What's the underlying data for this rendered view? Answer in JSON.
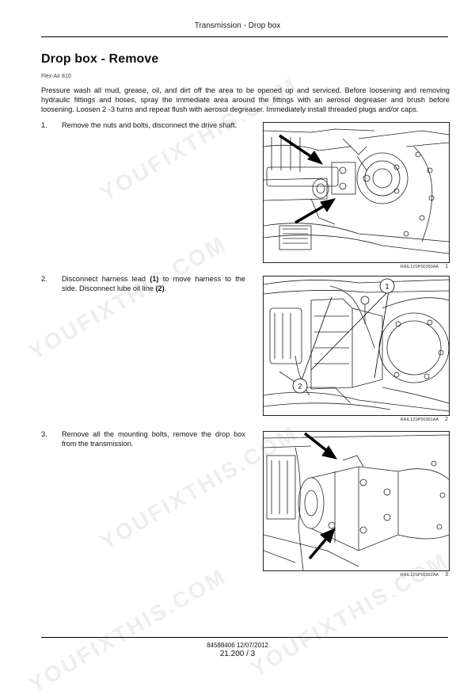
{
  "header": {
    "title": "Transmission - Drop box"
  },
  "doc": {
    "title": "Drop box - Remove",
    "model": "Flex-Air 810",
    "intro": "Pressure wash all mud, grease, oil, and dirt off the area to be opened up and serviced.  Before loosening and removing hydraulic fittings and hoses, spray the immediate area around the fittings with an aerosol degreaser and brush before loosening.  Loosen 2 -3 turns and repeat flush with aerosol degreaser.  Immediately install threaded plugs and/or caps."
  },
  "steps": [
    {
      "num": "1.",
      "text": "Remove the nuts and bolts, disconnect the drive shaft."
    },
    {
      "num": "2.",
      "text_a": "Disconnect harness lead ",
      "ref1": "(1)",
      "text_b": " to move harness to the side.  Disconnect lube oil line ",
      "ref2": "(2)",
      "text_c": "."
    },
    {
      "num": "3.",
      "text": "Remove all the mounting bolts, remove the drop box from the transmission."
    }
  ],
  "figures": [
    {
      "code": "RAIL12SP00350AA",
      "number": "1"
    },
    {
      "code": "RAIL12SP00351AA",
      "number": "2",
      "callout1": "1",
      "callout2": "2"
    },
    {
      "code": "RAIL12SP00352AA",
      "number": "3"
    }
  ],
  "footer": {
    "code": "84588406 12/07/2012",
    "page": "21.200 / 3"
  },
  "watermark": {
    "text": "YOUFIXTHIS.COM"
  },
  "colors": {
    "text": "#111111",
    "line": "#000000",
    "watermark": "#969696"
  }
}
